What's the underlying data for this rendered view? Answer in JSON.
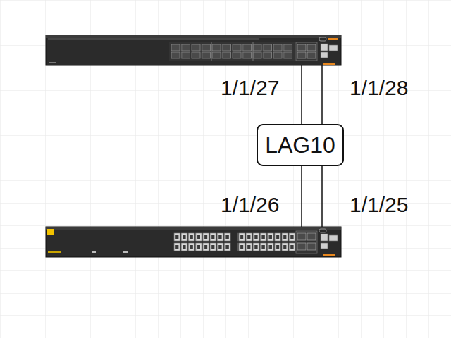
{
  "diagram": {
    "nodes": [
      {
        "text": [
          "LAG10"
        ]
      }
    ],
    "labels": [
      "1/1/27",
      "1/1/28",
      "1/1/26",
      "1/1/25"
    ]
  }
}
